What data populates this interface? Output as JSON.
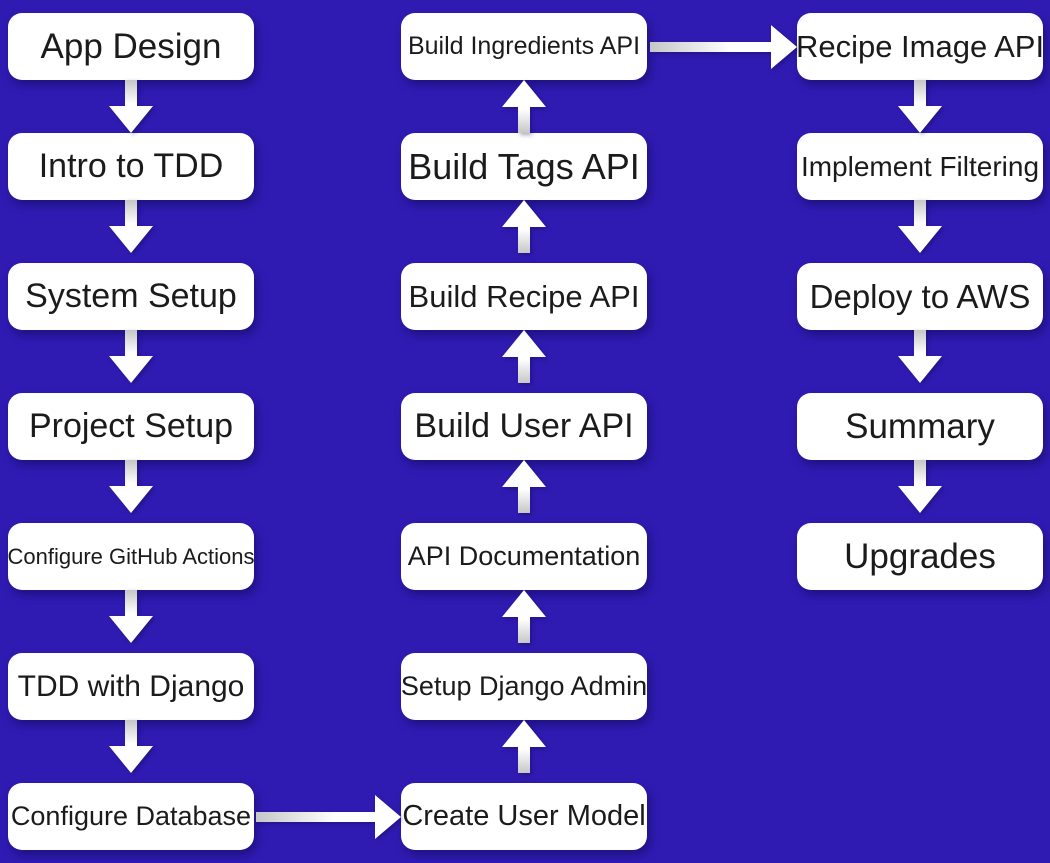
{
  "canvas": {
    "background_color": "#2F1BB2",
    "node_fill_color": "#FFFFFF",
    "node_text_color": "#1B1B1B",
    "arrow_color": "#FFFFFF"
  },
  "flowchart": {
    "type": "course-roadmap-flowchart",
    "columns": [
      {
        "id": "left",
        "flow_direction": "down",
        "nodes": [
          "App Design",
          "Intro to TDD",
          "System Setup",
          "Project Setup",
          "Configure GitHub Actions",
          "TDD with Django",
          "Configure Database"
        ]
      },
      {
        "id": "middle",
        "flow_direction": "up",
        "nodes": [
          "Build Ingredients API",
          "Build Tags API",
          "Build Recipe API",
          "Build User API",
          "API Documentation",
          "Setup Django Admin",
          "Create User Model"
        ]
      },
      {
        "id": "right",
        "flow_direction": "down",
        "nodes": [
          "Recipe Image API",
          "Implement Filtering",
          "Deploy to AWS",
          "Summary",
          "Upgrades"
        ]
      }
    ],
    "cross_links": [
      {
        "from": "Configure Database",
        "to": "Create User Model",
        "direction": "right"
      },
      {
        "from": "Build Ingredients API",
        "to": "Recipe Image API",
        "direction": "right"
      }
    ],
    "flow_sequence": [
      "App Design",
      "Intro to TDD",
      "System Setup",
      "Project Setup",
      "Configure GitHub Actions",
      "TDD with Django",
      "Configure Database",
      "Create User Model",
      "Setup Django Admin",
      "API Documentation",
      "Build User API",
      "Build Recipe API",
      "Build Tags API",
      "Build Ingredients API",
      "Recipe Image API",
      "Implement Filtering",
      "Deploy to AWS",
      "Summary",
      "Upgrades"
    ]
  }
}
